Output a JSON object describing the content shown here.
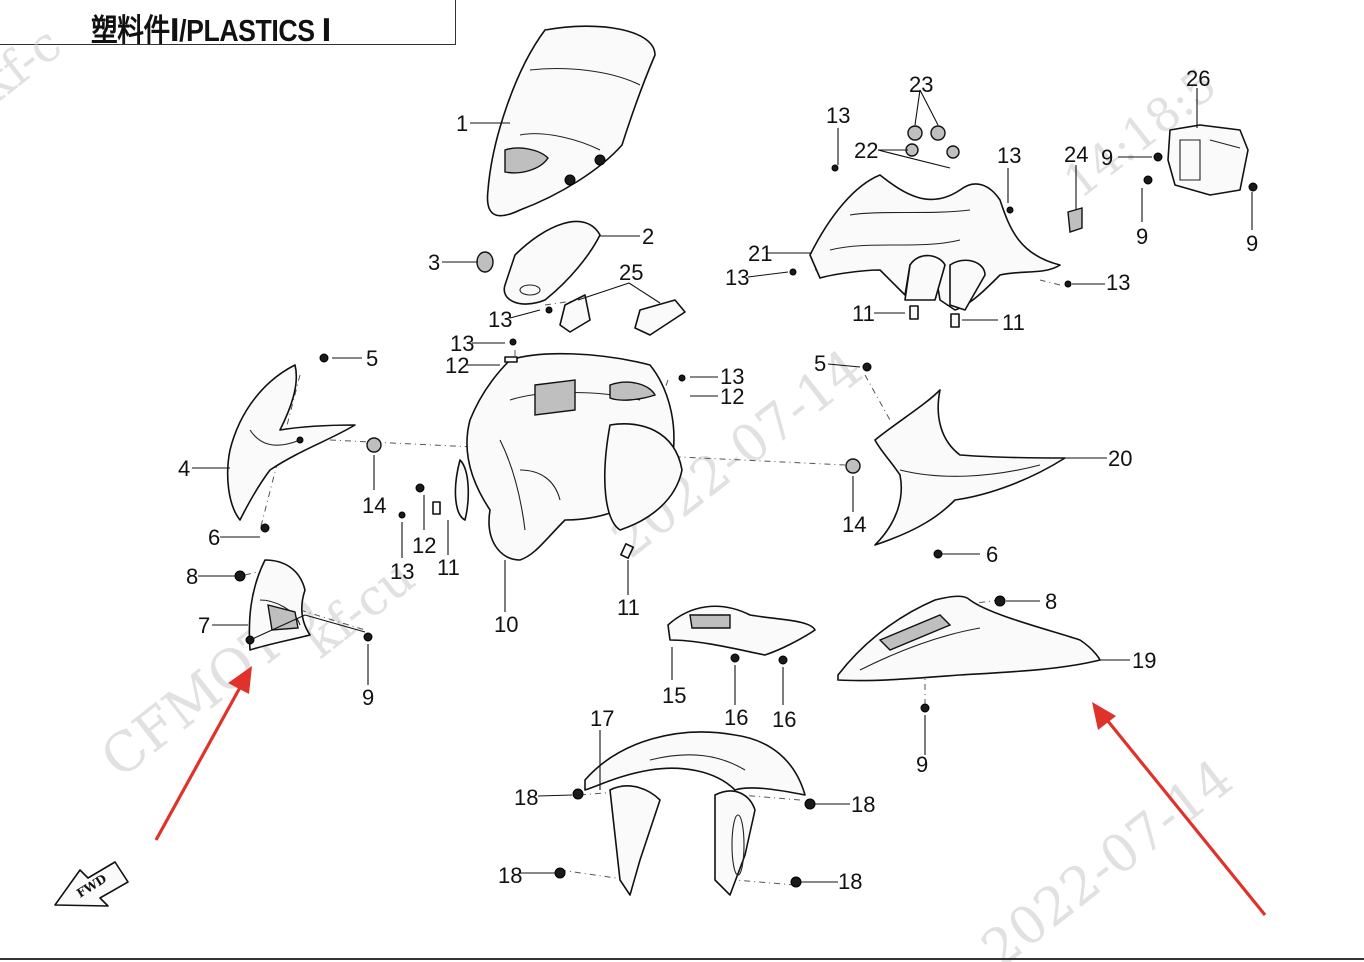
{
  "header": {
    "title": "塑料件Ⅰ/PLASTICS Ⅰ"
  },
  "watermarks": {
    "brand": "CFMOTO",
    "site_1": "kf-c",
    "site_2": "kf-cu",
    "date_1": "2022-07-14",
    "date_2": "2022-07-14",
    "time": "14:18:5"
  },
  "fwd_label": "FWD",
  "callouts": [
    {
      "id": "c1",
      "label": "1"
    },
    {
      "id": "c2",
      "label": "2"
    },
    {
      "id": "c3",
      "label": "3"
    },
    {
      "id": "c4",
      "label": "4"
    },
    {
      "id": "c5a",
      "label": "5"
    },
    {
      "id": "c5b",
      "label": "5"
    },
    {
      "id": "c6a",
      "label": "6"
    },
    {
      "id": "c6b",
      "label": "6"
    },
    {
      "id": "c7",
      "label": "7"
    },
    {
      "id": "c8a",
      "label": "8"
    },
    {
      "id": "c8b",
      "label": "8"
    },
    {
      "id": "c9a",
      "label": "9"
    },
    {
      "id": "c9b",
      "label": "9"
    },
    {
      "id": "c9c",
      "label": "9"
    },
    {
      "id": "c9d",
      "label": "9"
    },
    {
      "id": "c9e",
      "label": "9"
    },
    {
      "id": "c10",
      "label": "10"
    },
    {
      "id": "c11a",
      "label": "11"
    },
    {
      "id": "c11b",
      "label": "11"
    },
    {
      "id": "c11c",
      "label": "11"
    },
    {
      "id": "c11d",
      "label": "11"
    },
    {
      "id": "c12a",
      "label": "12"
    },
    {
      "id": "c12b",
      "label": "12"
    },
    {
      "id": "c12c",
      "label": "12"
    },
    {
      "id": "c13a",
      "label": "13"
    },
    {
      "id": "c13b",
      "label": "13"
    },
    {
      "id": "c13c",
      "label": "13"
    },
    {
      "id": "c13d",
      "label": "13"
    },
    {
      "id": "c13e",
      "label": "13"
    },
    {
      "id": "c13f",
      "label": "13"
    },
    {
      "id": "c13g",
      "label": "13"
    },
    {
      "id": "c13h",
      "label": "13"
    },
    {
      "id": "c14a",
      "label": "14"
    },
    {
      "id": "c14b",
      "label": "14"
    },
    {
      "id": "c15",
      "label": "15"
    },
    {
      "id": "c16a",
      "label": "16"
    },
    {
      "id": "c16b",
      "label": "16"
    },
    {
      "id": "c17",
      "label": "17"
    },
    {
      "id": "c18a",
      "label": "18"
    },
    {
      "id": "c18b",
      "label": "18"
    },
    {
      "id": "c18c",
      "label": "18"
    },
    {
      "id": "c18d",
      "label": "18"
    },
    {
      "id": "c19",
      "label": "19"
    },
    {
      "id": "c20",
      "label": "20"
    },
    {
      "id": "c21",
      "label": "21"
    },
    {
      "id": "c22",
      "label": "22"
    },
    {
      "id": "c23",
      "label": "23"
    },
    {
      "id": "c24",
      "label": "24"
    },
    {
      "id": "c25",
      "label": "25"
    },
    {
      "id": "c26",
      "label": "26"
    }
  ],
  "colors": {
    "line": "#111111",
    "annotation_arrow": "#e0322a",
    "watermark": "#c9c9c9"
  }
}
